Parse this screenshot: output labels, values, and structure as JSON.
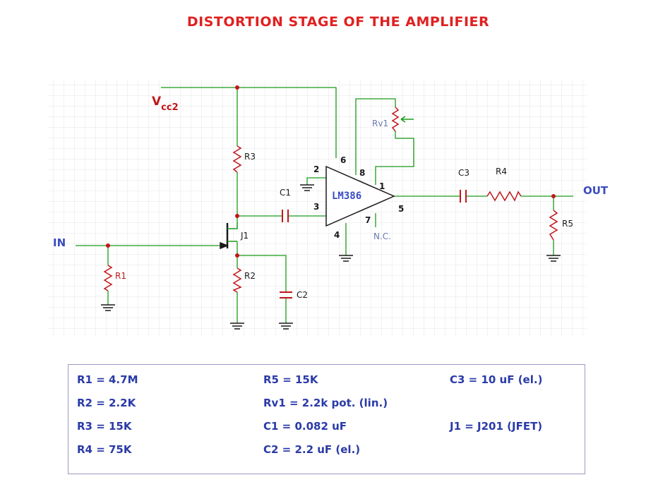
{
  "title": "DISTORTION STAGE OF THE AMPLIFIER",
  "colors": {
    "title": "#e02020",
    "wire": "#1a9a1a",
    "component": "#c0161a",
    "node": "#c0161a",
    "io_label": "#3a4cc0",
    "ref_label": "#2a3aa8",
    "grid": "#e4e4e4"
  },
  "schematic": {
    "io": {
      "in": "IN",
      "out": "OUT"
    },
    "supply": {
      "main": "V",
      "sub": "cc2"
    },
    "refs": {
      "r1": "R1",
      "r2": "R2",
      "r3": "R3",
      "r4": "R4",
      "r5": "R5",
      "rv1": "Rv1",
      "c1": "C1",
      "c2": "C2",
      "c3": "C3",
      "j1": "J1"
    },
    "ic": {
      "name": "LM386",
      "pins": {
        "p1": "1",
        "p2": "2",
        "p3": "3",
        "p4": "4",
        "p5": "5",
        "p6": "6",
        "p7": "7",
        "p8": "8"
      },
      "nc": "N.C."
    }
  },
  "parts_list": [
    [
      "R1 = 4.7M",
      "R5 = 15K",
      "C3 = 10 uF (el.)"
    ],
    [
      "R2 = 2.2K",
      "Rv1 = 2.2k pot. (lin.)",
      ""
    ],
    [
      "R3 = 15K",
      "C1 = 0.082 uF",
      "J1 = J201 (JFET)"
    ],
    [
      "R4 = 75K",
      "C2 = 2.2 uF (el.)",
      ""
    ]
  ]
}
